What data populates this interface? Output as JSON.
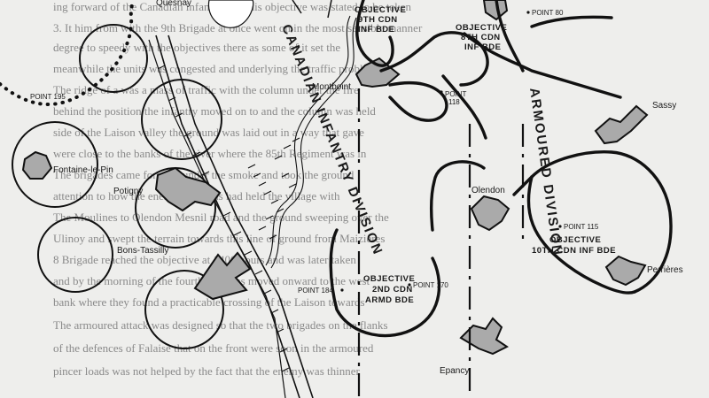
{
  "background_text": [
    "ing forward of the Canadian infantry that this objective was stated to be taken",
    "3. It him from with the 9th Brigade at once went on in the most sensible manner",
    "degree to speedy with the objectives there as some of it set the",
    "meanwhile the units was congested and underlying the traffic problem",
    "The ridge of a was a mass of traffic with the column under the fire",
    "behind the position the infantry moved on to and the column was held",
    "side of the Laison valley the ground was laid out in a way that gave",
    "were close to the banks of the river where the 85th Regiment was in",
    "The brigades came forward under the smoke and took the ground",
    "attention to how the enemy positions had held the village with",
    "The Moulines to Olendon Mesnil road and the ground sweeping over the",
    "Ulinoy and swept the terrain towards this line of ground from Maizieres",
    "8 Brigade reached the objective at 1400 hours and was later taken",
    "and by the morning of the fourth the guns moved onward to the west",
    "bank where they found a practicable crossing of the Laison towards",
    "The armoured attack was designed so that the two brigades on the flanks",
    "of the defences of Falaise that on the front were soon in the armoured",
    "pincer loads was not helped by the fact that the enemy was thinner"
  ],
  "towns": {
    "quesnay": "Quesnay",
    "fontaine": "Fontaine-le-Pin",
    "potigny": "Potigny",
    "bons": "Bons-Tassilly",
    "montboint": "Montboint",
    "sassy": "Sassy",
    "olendon": "Olendon",
    "perrieres": "Perrières",
    "epancy": "Epancy"
  },
  "points": {
    "p195": "POINT 195",
    "p80": "POINT 80",
    "p118a": "POINT",
    "p118b": "118",
    "p115": "POINT 115",
    "p184": "POINT 184",
    "p170": "POINT 170"
  },
  "objectives": {
    "ninth": [
      "OBJECTIVE",
      "9TH CDN",
      "INF BDE"
    ],
    "eighth": [
      "OBJECTIVE",
      "8TH CDN",
      "INF BDE"
    ],
    "tenth": [
      "OBJECTIVE",
      "10TH CDN INF BDE"
    ],
    "second": [
      "OBJECTIVE",
      "2ND CDN",
      "ARMD BDE"
    ]
  },
  "divisions": {
    "infantry": "CANADIAN INFANTRY DIVISION",
    "armoured": "ARMOURED DIVISION"
  },
  "colors": {
    "paper": "#eeeeec",
    "ink": "#111111",
    "town_fill": "#aaaaaa",
    "faded_text": "#8a8a8a"
  }
}
